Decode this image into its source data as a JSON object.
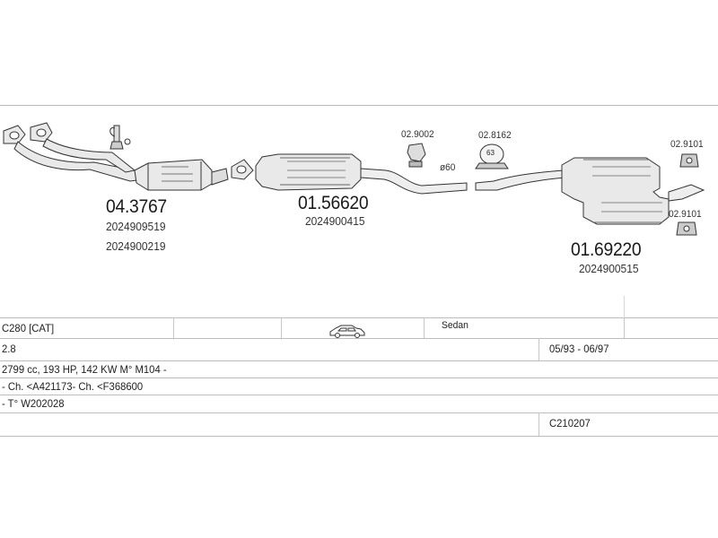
{
  "parts": {
    "front_pipe": {
      "number": "04.3767",
      "oem": [
        "2024909519",
        "2024900219"
      ]
    },
    "center_silencer": {
      "number": "01.56620",
      "oem": [
        "2024900415"
      ]
    },
    "rear_silencer": {
      "number": "01.69220",
      "oem": [
        "2024900515"
      ]
    },
    "clamp_1": {
      "number": "02.9002"
    },
    "clamp_2": {
      "number": "02.8162",
      "badge": "63"
    },
    "hanger_top": {
      "number": "02.9101"
    },
    "hanger_bottom": {
      "number": "02.9101"
    },
    "pipe_diameter": "ø60"
  },
  "vehicle": {
    "model": "C280  [CAT]",
    "body": "Sedan",
    "engine_size": "2.8",
    "production": "05/93 - 06/97",
    "engine_specs": "2799 cc, 193 HP, 142 KW M° M104 -",
    "chassis": "- Ch. <A421173- Ch. <F368600",
    "type": "- T° W202028",
    "code": "C210207"
  },
  "icons": {
    "car": "car-sedan-icon"
  },
  "colors": {
    "line": "#bdbdbd",
    "part_fill": "#e6e6e6",
    "part_stroke": "#333333"
  }
}
